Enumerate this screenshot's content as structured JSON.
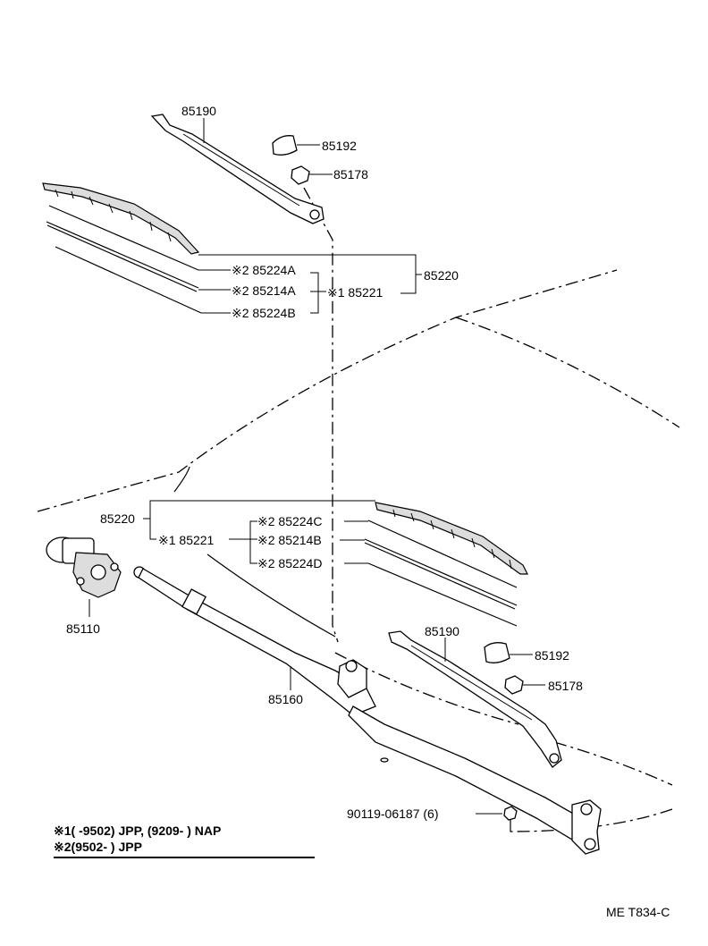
{
  "labels": {
    "top_arm": "85190",
    "top_cap": "85192",
    "top_nut": "85178",
    "top_blade_assy": "85220",
    "top_refill_a": "※2  85224A",
    "top_refill_b": "※2  85214A",
    "top_refill_c": "※2  85224B",
    "top_blade": "※1   85221",
    "bot_blade_assy": "85220",
    "bot_blade": "※1  85221",
    "bot_refill_a": "※2  85224C",
    "bot_refill_b": "※2   85214B",
    "bot_refill_c": "※2  85224D",
    "motor": "85110",
    "bot_arm": "85190",
    "bot_cap": "85192",
    "bot_nut": "85178",
    "link": "85160",
    "bolt": "90119-06187 (6)"
  },
  "notes": {
    "note1_mark": "※1",
    "note1_text": "(        -9502) JPP, (9209-        ) NAP",
    "note2_mark": "※2",
    "note2_text": "(9502-        ) JPP"
  },
  "footer": "ME  T834-C"
}
